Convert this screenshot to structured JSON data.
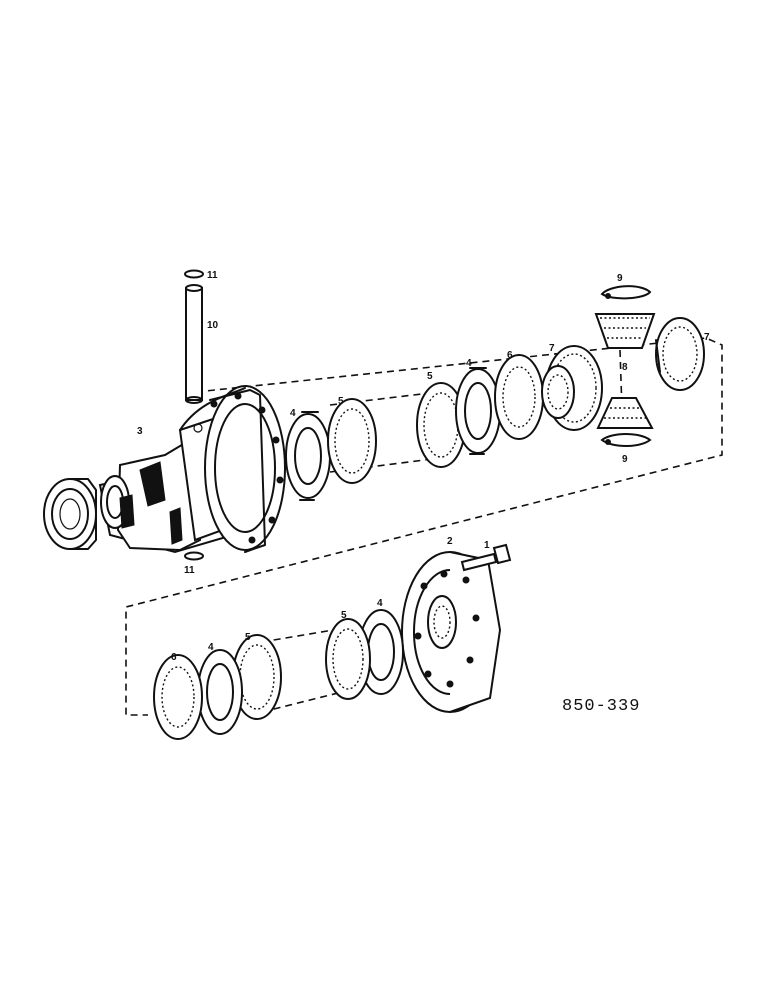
{
  "figure_code": "850-339",
  "callouts": {
    "c1": "1",
    "c2": "2",
    "c3": "3",
    "c4a": "4",
    "c4b": "4",
    "c4c": "4",
    "c4d": "4",
    "c5a": "5",
    "c5b": "5",
    "c5c": "5",
    "c5d": "5",
    "c6a": "6",
    "c6b": "6",
    "c7a": "7",
    "c7b": "7",
    "c8": "8",
    "c9a": "9",
    "c9b": "9",
    "c10": "10",
    "c11a": "11",
    "c11b": "11"
  }
}
